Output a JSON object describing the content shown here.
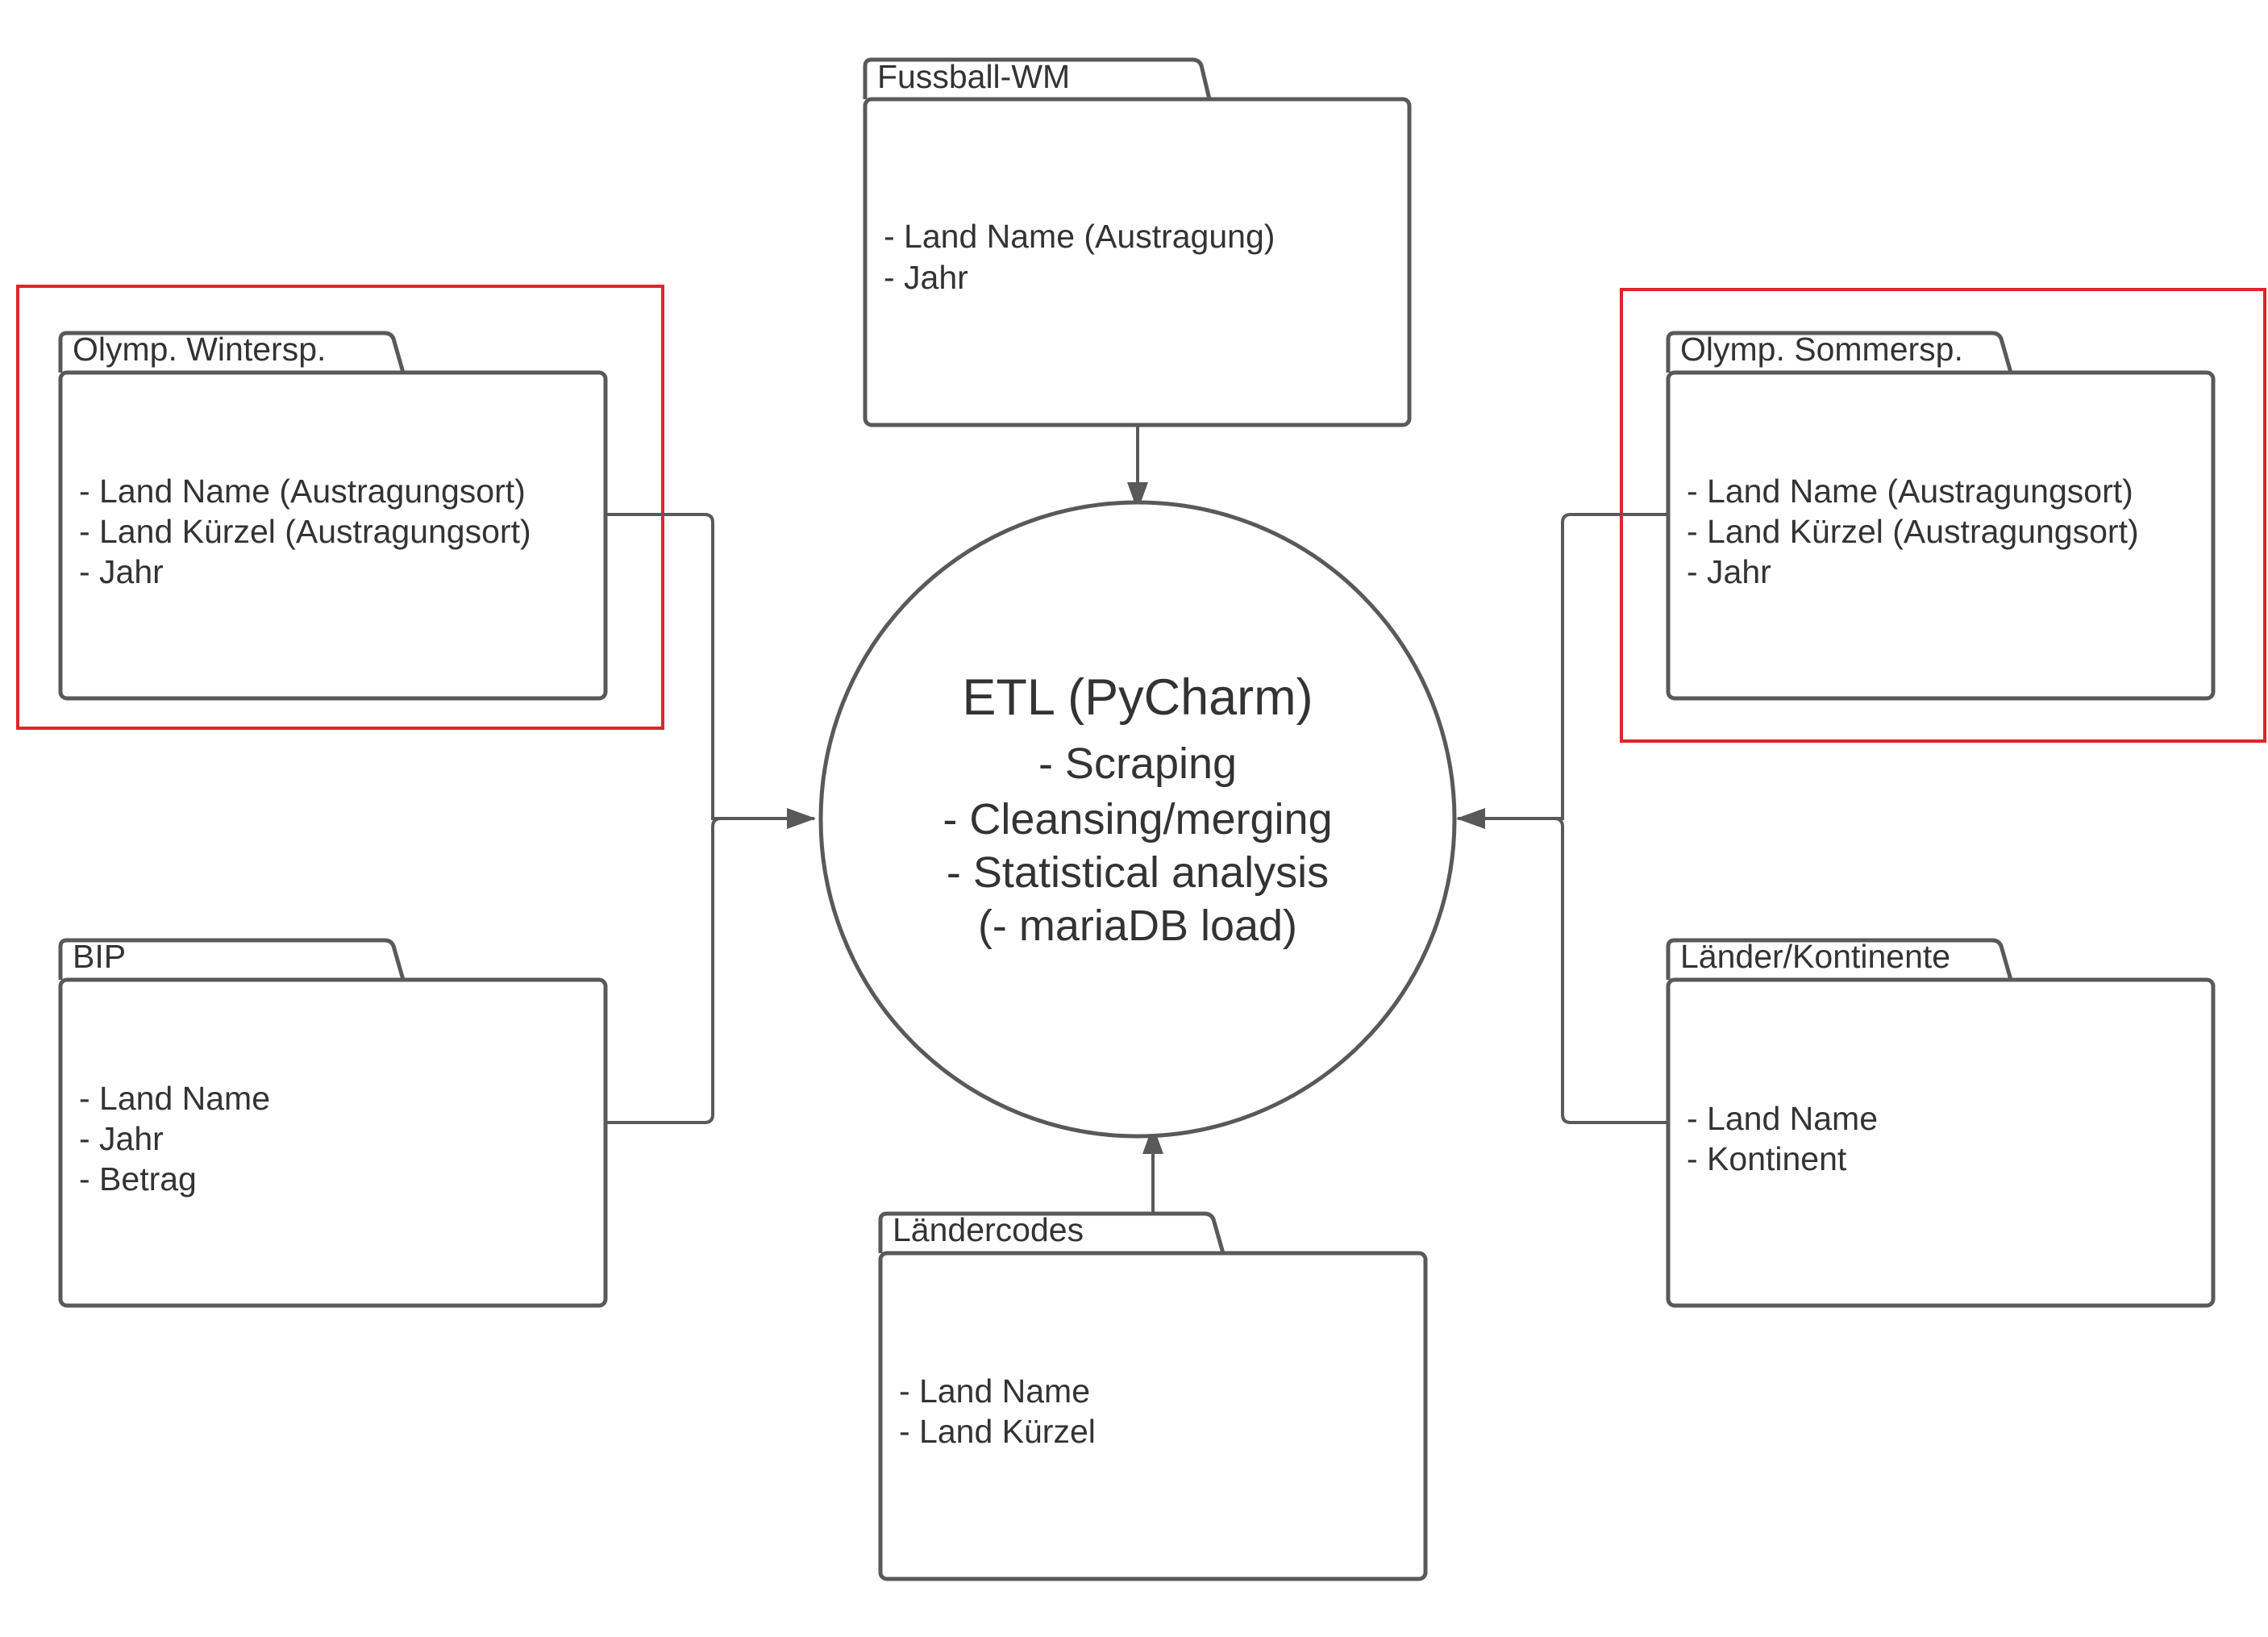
{
  "colors": {
    "stroke": "#595959",
    "text": "#333333",
    "highlight": "#e0242b",
    "background": "#ffffff"
  },
  "center": {
    "title": "ETL (PyCharm)",
    "steps": [
      "- Scraping",
      "- Cleansing/merging",
      "- Statistical analysis",
      "(- mariaDB load)"
    ]
  },
  "sources": {
    "fussball_wm": {
      "title": "Fussball-WM",
      "fields": [
        "- Land Name (Austragung)",
        "- Jahr"
      ]
    },
    "olymp_winter": {
      "title": "Olymp. Wintersp.",
      "fields": [
        "- Land Name (Austragungsort)",
        "- Land Kürzel (Austragungsort)",
        "- Jahr"
      ],
      "highlighted": true
    },
    "olymp_sommer": {
      "title": "Olymp. Sommersp.",
      "fields": [
        "- Land Name (Austragungsort)",
        "- Land Kürzel (Austragungsort)",
        "- Jahr"
      ],
      "highlighted": true
    },
    "bip": {
      "title": "BIP",
      "fields": [
        "- Land Name",
        "- Jahr",
        "- Betrag"
      ]
    },
    "laender_kontinente": {
      "title": "Länder/Kontinente",
      "fields": [
        "- Land Name",
        "- Kontinent"
      ]
    },
    "laendercodes": {
      "title": "Ländercodes",
      "fields": [
        "- Land Name",
        "- Land Kürzel"
      ]
    }
  }
}
